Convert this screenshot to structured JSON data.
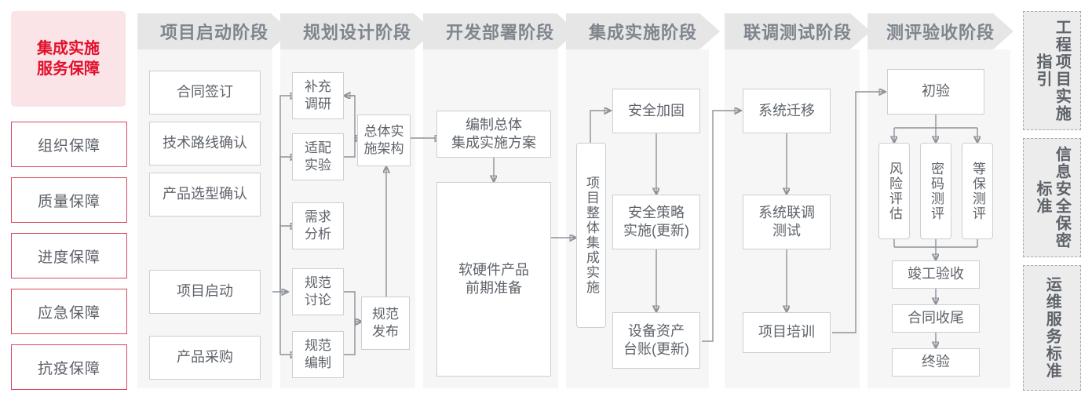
{
  "left_panel": {
    "title": "集成实施\n服务保障",
    "title_bg": "#fbe4e8",
    "title_color": "#e2102c",
    "items": [
      {
        "label": "组织保障"
      },
      {
        "label": "质量保障"
      },
      {
        "label": "进度保障"
      },
      {
        "label": "应急保障"
      },
      {
        "label": "抗疫保障"
      }
    ]
  },
  "phases": [
    {
      "id": "start",
      "title": "项目启动阶段",
      "nodes": [
        {
          "label": "合同签订"
        },
        {
          "label": "技术路线确认"
        },
        {
          "label": "产品选型确认"
        },
        {
          "label": "项目启动"
        },
        {
          "label": "产品采购"
        }
      ]
    },
    {
      "id": "plan",
      "title": "规划设计阶段",
      "nodes": [
        {
          "label": "补充\n调研"
        },
        {
          "label": "适配\n实验"
        },
        {
          "label": "需求\n分析"
        },
        {
          "label": "规范\n讨论"
        },
        {
          "label": "规范\n编制"
        },
        {
          "label": "总体实\n施架构"
        },
        {
          "label": "规范\n发布"
        }
      ]
    },
    {
      "id": "dev",
      "title": "开发部署阶段",
      "nodes": [
        {
          "label": "编制总体\n集成实施方案"
        },
        {
          "label": "软硬件产品\n前期准备"
        }
      ]
    },
    {
      "id": "integrate",
      "title": "集成实施阶段",
      "nodes": [
        {
          "label": "项目整体集成实施"
        },
        {
          "label": "安全加固"
        },
        {
          "label": "安全策略\n实施(更新)"
        },
        {
          "label": "设备资产\n台账(更新)"
        }
      ]
    },
    {
      "id": "test",
      "title": "联调测试阶段",
      "nodes": [
        {
          "label": "系统迁移"
        },
        {
          "label": "系统联调\n测试"
        },
        {
          "label": "项目培训"
        }
      ]
    },
    {
      "id": "accept",
      "title": "测评验收阶段",
      "nodes": [
        {
          "label": "初验"
        },
        {
          "label": "风险评估"
        },
        {
          "label": "密码测评"
        },
        {
          "label": "等保测评"
        },
        {
          "label": "竣工验收"
        },
        {
          "label": "合同收尾"
        },
        {
          "label": "终验"
        }
      ]
    }
  ],
  "standards_rail": [
    {
      "label": "工程项目实施指引"
    },
    {
      "label": "信息安全保密标准"
    },
    {
      "label": "运维服务标准"
    }
  ],
  "colors": {
    "accent_red": "#e2102c",
    "accent_pink_bg": "#fbe4e8",
    "item_border": "#d9485f",
    "phase_header_bg": "#e6e6e6",
    "phase_header_text": "#7f858d",
    "phase_body_bg": "#f6f6f6",
    "node_border": "#ccced1",
    "node_text": "#5e636a",
    "wire": "#8d9298",
    "rail_bg": "#ececec",
    "rail_border": "#a8a8a8"
  }
}
